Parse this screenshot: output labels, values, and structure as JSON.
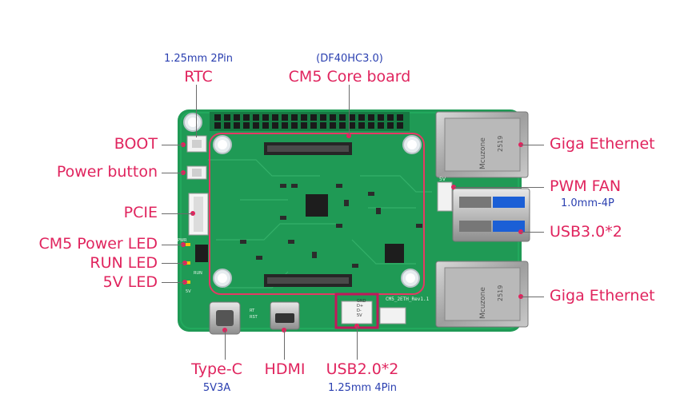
{
  "colors": {
    "label": "#e0245e",
    "sublabel": "#2a3fb0",
    "pcb": "#1f9a55",
    "pcb_dark": "#167a42",
    "silkscreen": "#e9f5ec",
    "highlight_box": "#c2185b"
  },
  "labels": {
    "rtc": {
      "title": "RTC",
      "sub": "1.25mm 2Pin"
    },
    "cm5_core": {
      "title": "CM5 Core board",
      "sub": "(DF40HC3.0)"
    },
    "boot": "BOOT",
    "power_button": "Power button",
    "pcie": "PCIE",
    "cm5_power_led": "CM5 Power LED",
    "run_led": "RUN LED",
    "led_5v": "5V LED",
    "giga_ethernet_top": "Giga Ethernet",
    "pwm_fan": {
      "title": "PWM FAN",
      "sub": "1.0mm-4P"
    },
    "usb30": "USB3.0*2",
    "giga_ethernet_bottom": "Giga Ethernet",
    "type_c": {
      "title": "Type-C",
      "sub": "5V3A"
    },
    "hdmi": "HDMI",
    "usb20": {
      "title": "USB2.0*2",
      "sub": "1.25mm 4Pin"
    }
  },
  "board_silkscreen": {
    "rj45_brand": "Mcuzone",
    "rj45_model": "2519",
    "board_name": "CM5_2ETH_Rev1.1",
    "usb2_pins": [
      "GND",
      "D+",
      "D-",
      "5V"
    ],
    "fan_mark": "5V",
    "pwr_mark": "PWR",
    "run_mark": "RUN",
    "led5v_mark": "5V",
    "rtc_mark": "RT",
    "rst_mark": "RST"
  }
}
